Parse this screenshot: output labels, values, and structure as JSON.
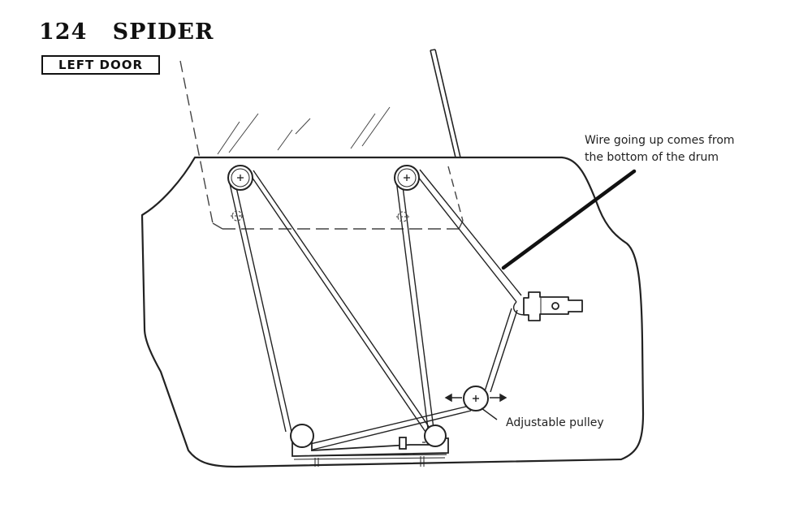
{
  "header": {
    "model": "124",
    "name": "SPIDER",
    "badge": "LEFT DOOR"
  },
  "annotations": {
    "wire_line1": "Wire going up comes from",
    "wire_line2": "the bottom of the drum",
    "adjustable_pulley": "Adjustable pulley"
  }
}
